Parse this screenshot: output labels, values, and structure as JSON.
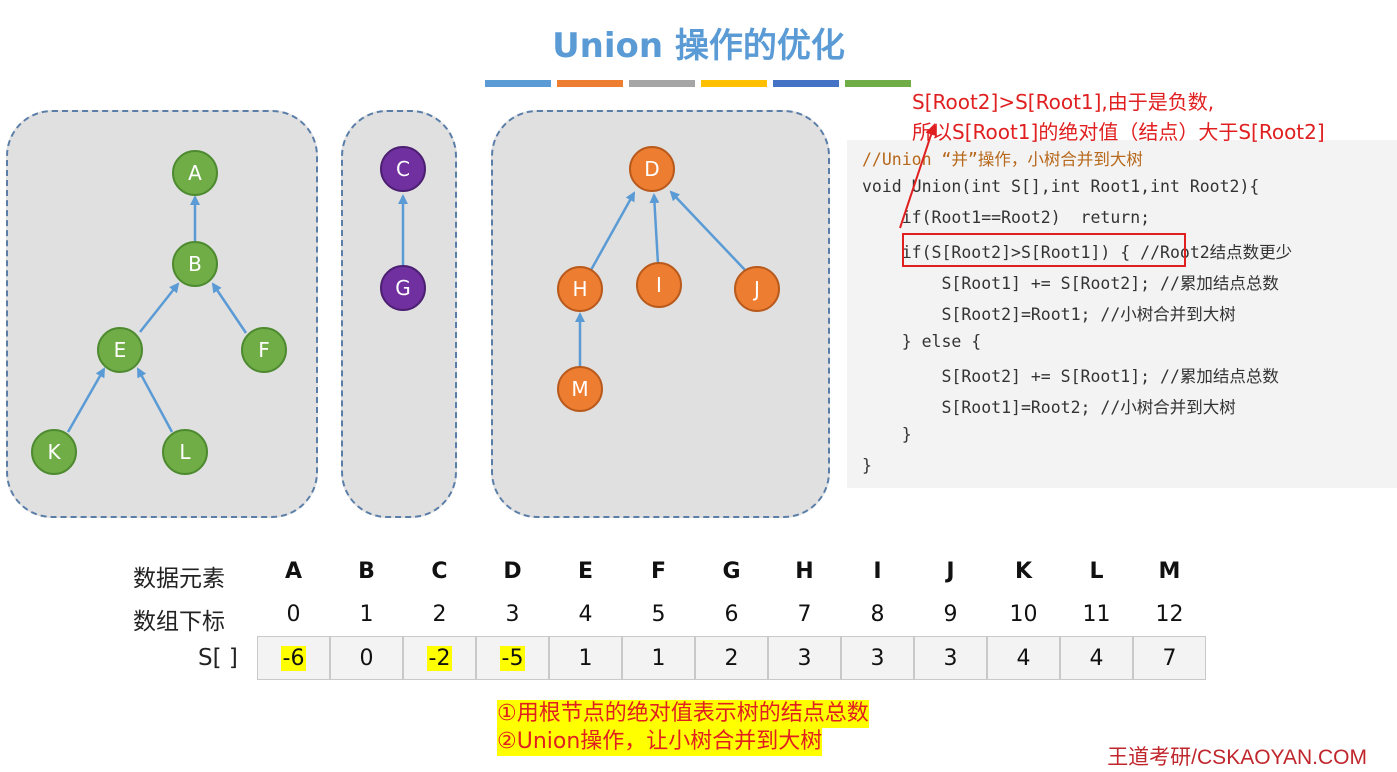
{
  "title": "Union 操作的优化",
  "color_bars": [
    "#5b9bd5",
    "#ed7d31",
    "#a5a5a5",
    "#ffc000",
    "#4472c4",
    "#70ad47"
  ],
  "trees": {
    "A": "A",
    "B": "B",
    "E": "E",
    "F": "F",
    "K": "K",
    "L": "L",
    "C": "C",
    "G": "G",
    "D": "D",
    "H": "H",
    "I": "I",
    "J": "J",
    "M": "M"
  },
  "annotation": {
    "line1": "S[Root2]>S[Root1],由于是负数,",
    "line2": "所以S[Root1]的绝对值（结点）大于S[Root2]"
  },
  "code": [
    "//Union “并”操作，小树合并到大树",
    "void Union(int S[],int Root1,int Root2){",
    "    if(Root1==Root2)  return;",
    "    if(S[Root2]>S[Root1]) { //Root2结点数更少",
    "        S[Root1] += S[Root2]; //累加结点总数",
    "        S[Root2]=Root1; //小树合并到大树",
    "    } else {",
    "        S[Root2] += S[Root1]; //累加结点总数",
    "        S[Root1]=Root2; //小树合并到大树",
    "    }",
    "}"
  ],
  "table": {
    "label_elements": "数据元素",
    "label_index": "数组下标",
    "label_s": "S[ ]",
    "elements": [
      "A",
      "B",
      "C",
      "D",
      "E",
      "F",
      "G",
      "H",
      "I",
      "J",
      "K",
      "L",
      "M"
    ],
    "indices": [
      "0",
      "1",
      "2",
      "3",
      "4",
      "5",
      "6",
      "7",
      "8",
      "9",
      "10",
      "11",
      "12"
    ],
    "values": [
      "-6",
      "0",
      "-2",
      "-5",
      "1",
      "1",
      "2",
      "3",
      "3",
      "3",
      "4",
      "4",
      "7"
    ],
    "highlighted": [
      0,
      2,
      3
    ]
  },
  "notes": {
    "line1": "①用根节点的绝对值表示树的结点总数",
    "line2": "②Union操作，让小树合并到大树"
  },
  "brand": "王道考研/CSKAOYAN.COM"
}
